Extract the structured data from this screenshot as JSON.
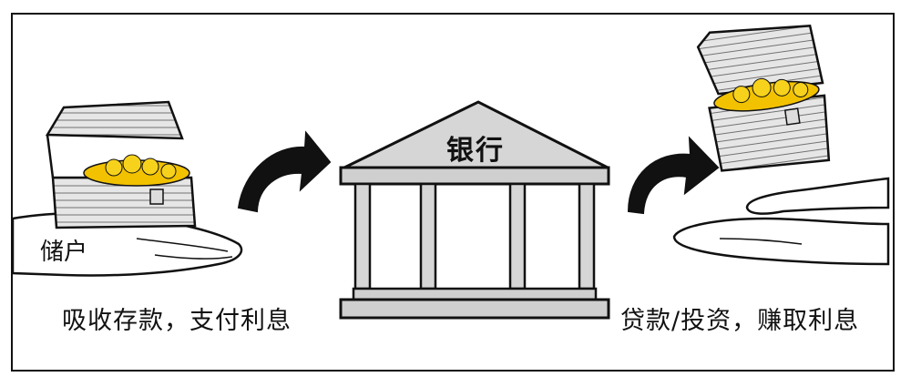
{
  "labels": {
    "bank": "银行",
    "depositor": "储户",
    "left_flow": "吸收存款，支付利息",
    "right_flow": "贷款/投资，赚取利息"
  },
  "icons": {
    "left_chest": "treasure-chest-icon",
    "right_chest": "treasure-chest-icon",
    "left_arrow": "curved-arrow-icon",
    "right_arrow": "curved-arrow-icon",
    "bank": "bank-building-icon"
  },
  "colors": {
    "outline": "#111111",
    "gold": "#f2c200",
    "building_fill": "#cfcfcf",
    "paper": "#ffffff"
  }
}
